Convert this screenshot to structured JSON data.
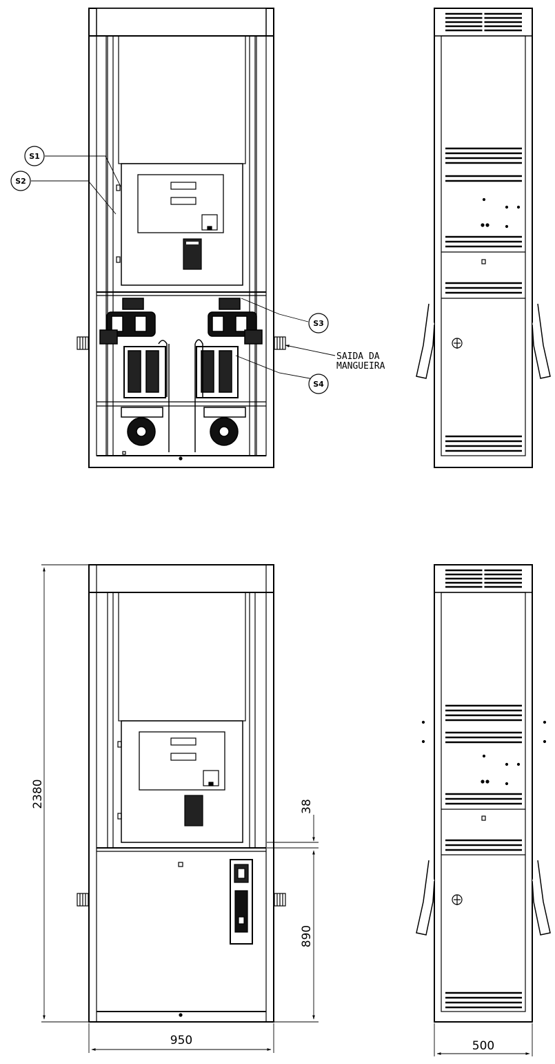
{
  "callouts": {
    "s1": "S1",
    "s2": "S2",
    "s3": "S3",
    "s4": "S4"
  },
  "hose_outlet": {
    "line1": "SAIDA DA",
    "line2": "MANGUEIRA"
  },
  "dimensions": {
    "height": "2380",
    "width": "950",
    "depth": "500",
    "lower_height": "890",
    "gap": "38"
  },
  "colors": {
    "line": "#000000",
    "background": "#ffffff"
  }
}
